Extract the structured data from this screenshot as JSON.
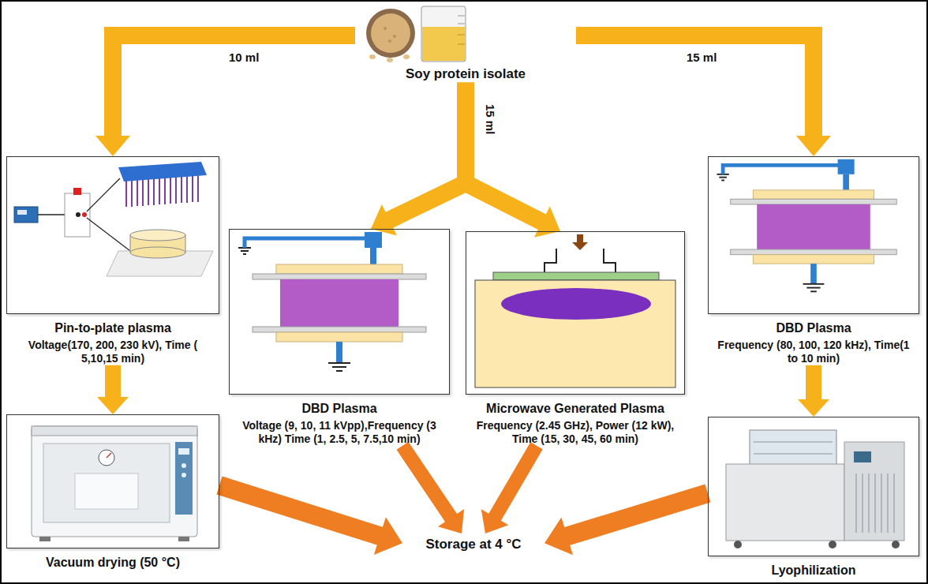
{
  "diagram": {
    "nodes": [
      {
        "text": [
          "Soy protein isolate"
        ]
      },
      {
        "text": [
          "Pin-to-plate plasma",
          "Voltage(170, 200, 230 kV), Time ( 5,10,15 min)"
        ]
      },
      {
        "text": [
          "DBD Plasma",
          "Voltage (9, 10, 11 kVpp),Frequency (3 kHz) Time (1, 2.5, 5, 7.5,10 min)"
        ]
      },
      {
        "text": [
          "Microwave Generated Plasma",
          "Frequency (2.45 GHz), Power (12 kW), Time (15, 30, 45, 60 min)"
        ]
      },
      {
        "text": [
          "DBD Plasma",
          "Frequency (80, 100, 120 kHz), Time(1 to 10 min)"
        ]
      },
      {
        "text": [
          "Vacuum drying (50 °C)"
        ]
      },
      {
        "text": [
          "Storage at 4 °C"
        ]
      },
      {
        "text": [
          "Lyophilization"
        ]
      }
    ],
    "edges": [
      {
        "from": 0,
        "to": 1,
        "label": "10 ml",
        "arrow": "to"
      },
      {
        "from": 0,
        "to": 2,
        "label": "15 ml",
        "arrow": "to"
      },
      {
        "from": 0,
        "to": 3,
        "arrow": "to"
      },
      {
        "from": 0,
        "to": 4,
        "label": "15 ml",
        "arrow": "to"
      },
      {
        "from": 1,
        "to": 5,
        "arrow": "to"
      },
      {
        "from": 4,
        "to": 7,
        "arrow": "to"
      },
      {
        "from": 5,
        "to": 6,
        "arrow": "to"
      },
      {
        "from": 2,
        "to": 6,
        "arrow": "to"
      },
      {
        "from": 3,
        "to": 6,
        "arrow": "to"
      },
      {
        "from": 7,
        "to": 6,
        "arrow": "to"
      }
    ]
  }
}
